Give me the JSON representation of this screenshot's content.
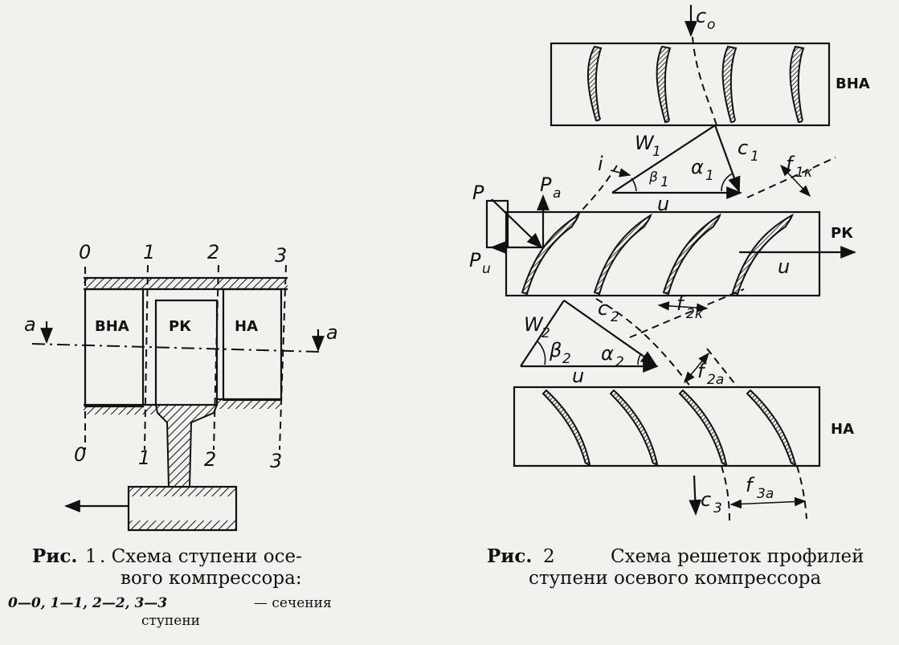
{
  "fig1": {
    "sections_top": [
      "0",
      "1",
      "2",
      "3"
    ],
    "sections_bottom": [
      "0",
      "1",
      "2",
      "3"
    ],
    "zones": [
      "ВНА",
      "РК",
      "НА"
    ],
    "cut_labels": [
      "a",
      "a"
    ],
    "caption_prefix": "Рис.",
    "caption_number": "1",
    "caption_text_1": ". Схема ступени осе-",
    "caption_text_2": "вого компрессора:",
    "legend_sections": "0—0,   1—1,   2—2,   3—3",
    "legend_text_1": "— сечения",
    "legend_text_2": "ступени"
  },
  "fig2": {
    "rows": {
      "vna": "ВНА",
      "rk": "РК",
      "na": "НА"
    },
    "labels": {
      "c0": "c",
      "c0_sub": "o",
      "w1": "W",
      "w1_sub": "1",
      "c1": "c",
      "c1_sub": "1",
      "i": "i",
      "beta1": "β",
      "beta1_sub": "1",
      "alpha1": "α",
      "alpha1_sub": "1",
      "u_top": "u",
      "f1k": "f",
      "f1k_sub": "1к",
      "p": "P",
      "pa": "P",
      "pa_sub": "a",
      "pu": "P",
      "pu_sub": "u",
      "u_rk": "u",
      "f2k": "f",
      "f2k_sub": "2к",
      "w2": "W",
      "w2_sub": "2",
      "c2": "c",
      "c2_sub": "2",
      "beta2": "β",
      "beta2_sub": "2",
      "alpha2": "α",
      "alpha2_sub": "2",
      "u_bottom": "u",
      "f2a": "f",
      "f2a_sub": "2a",
      "c3": "c",
      "c3_sub": "3",
      "f3a": "f",
      "f3a_sub": "3a"
    },
    "caption_prefix": "Рис.",
    "caption_number": "2",
    "caption_text_1": "Схема решеток профилей",
    "caption_text_2": "ступени осевого компрессора"
  }
}
